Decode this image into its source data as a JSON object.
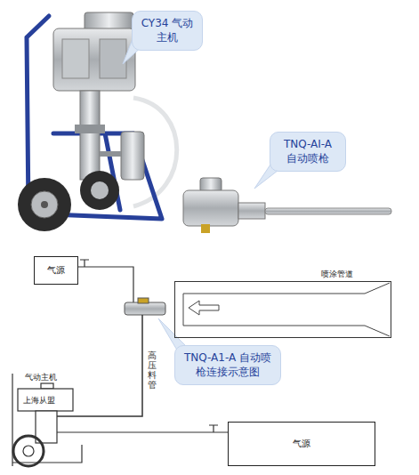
{
  "diagram": {
    "nodes": [
      {
        "text": [
          "CY34 气动主机"
        ]
      },
      {
        "text": [
          "TNQ-AI-A 自动喷枪"
        ]
      },
      {
        "text": [
          "气源"
        ]
      },
      {
        "text": [
          "喷涂管道"
        ]
      },
      {
        "text": [
          "TNQ-A1-A 自动喷枪连接示意图"
        ]
      },
      {
        "text": [
          "气动主机",
          "上海从盟"
        ]
      },
      {
        "text": [
          "气源"
        ]
      }
    ],
    "edges": [
      {
        "from": 6,
        "to": 5,
        "arrow": "none"
      }
    ],
    "labels": [
      "高压料管"
    ]
  }
}
